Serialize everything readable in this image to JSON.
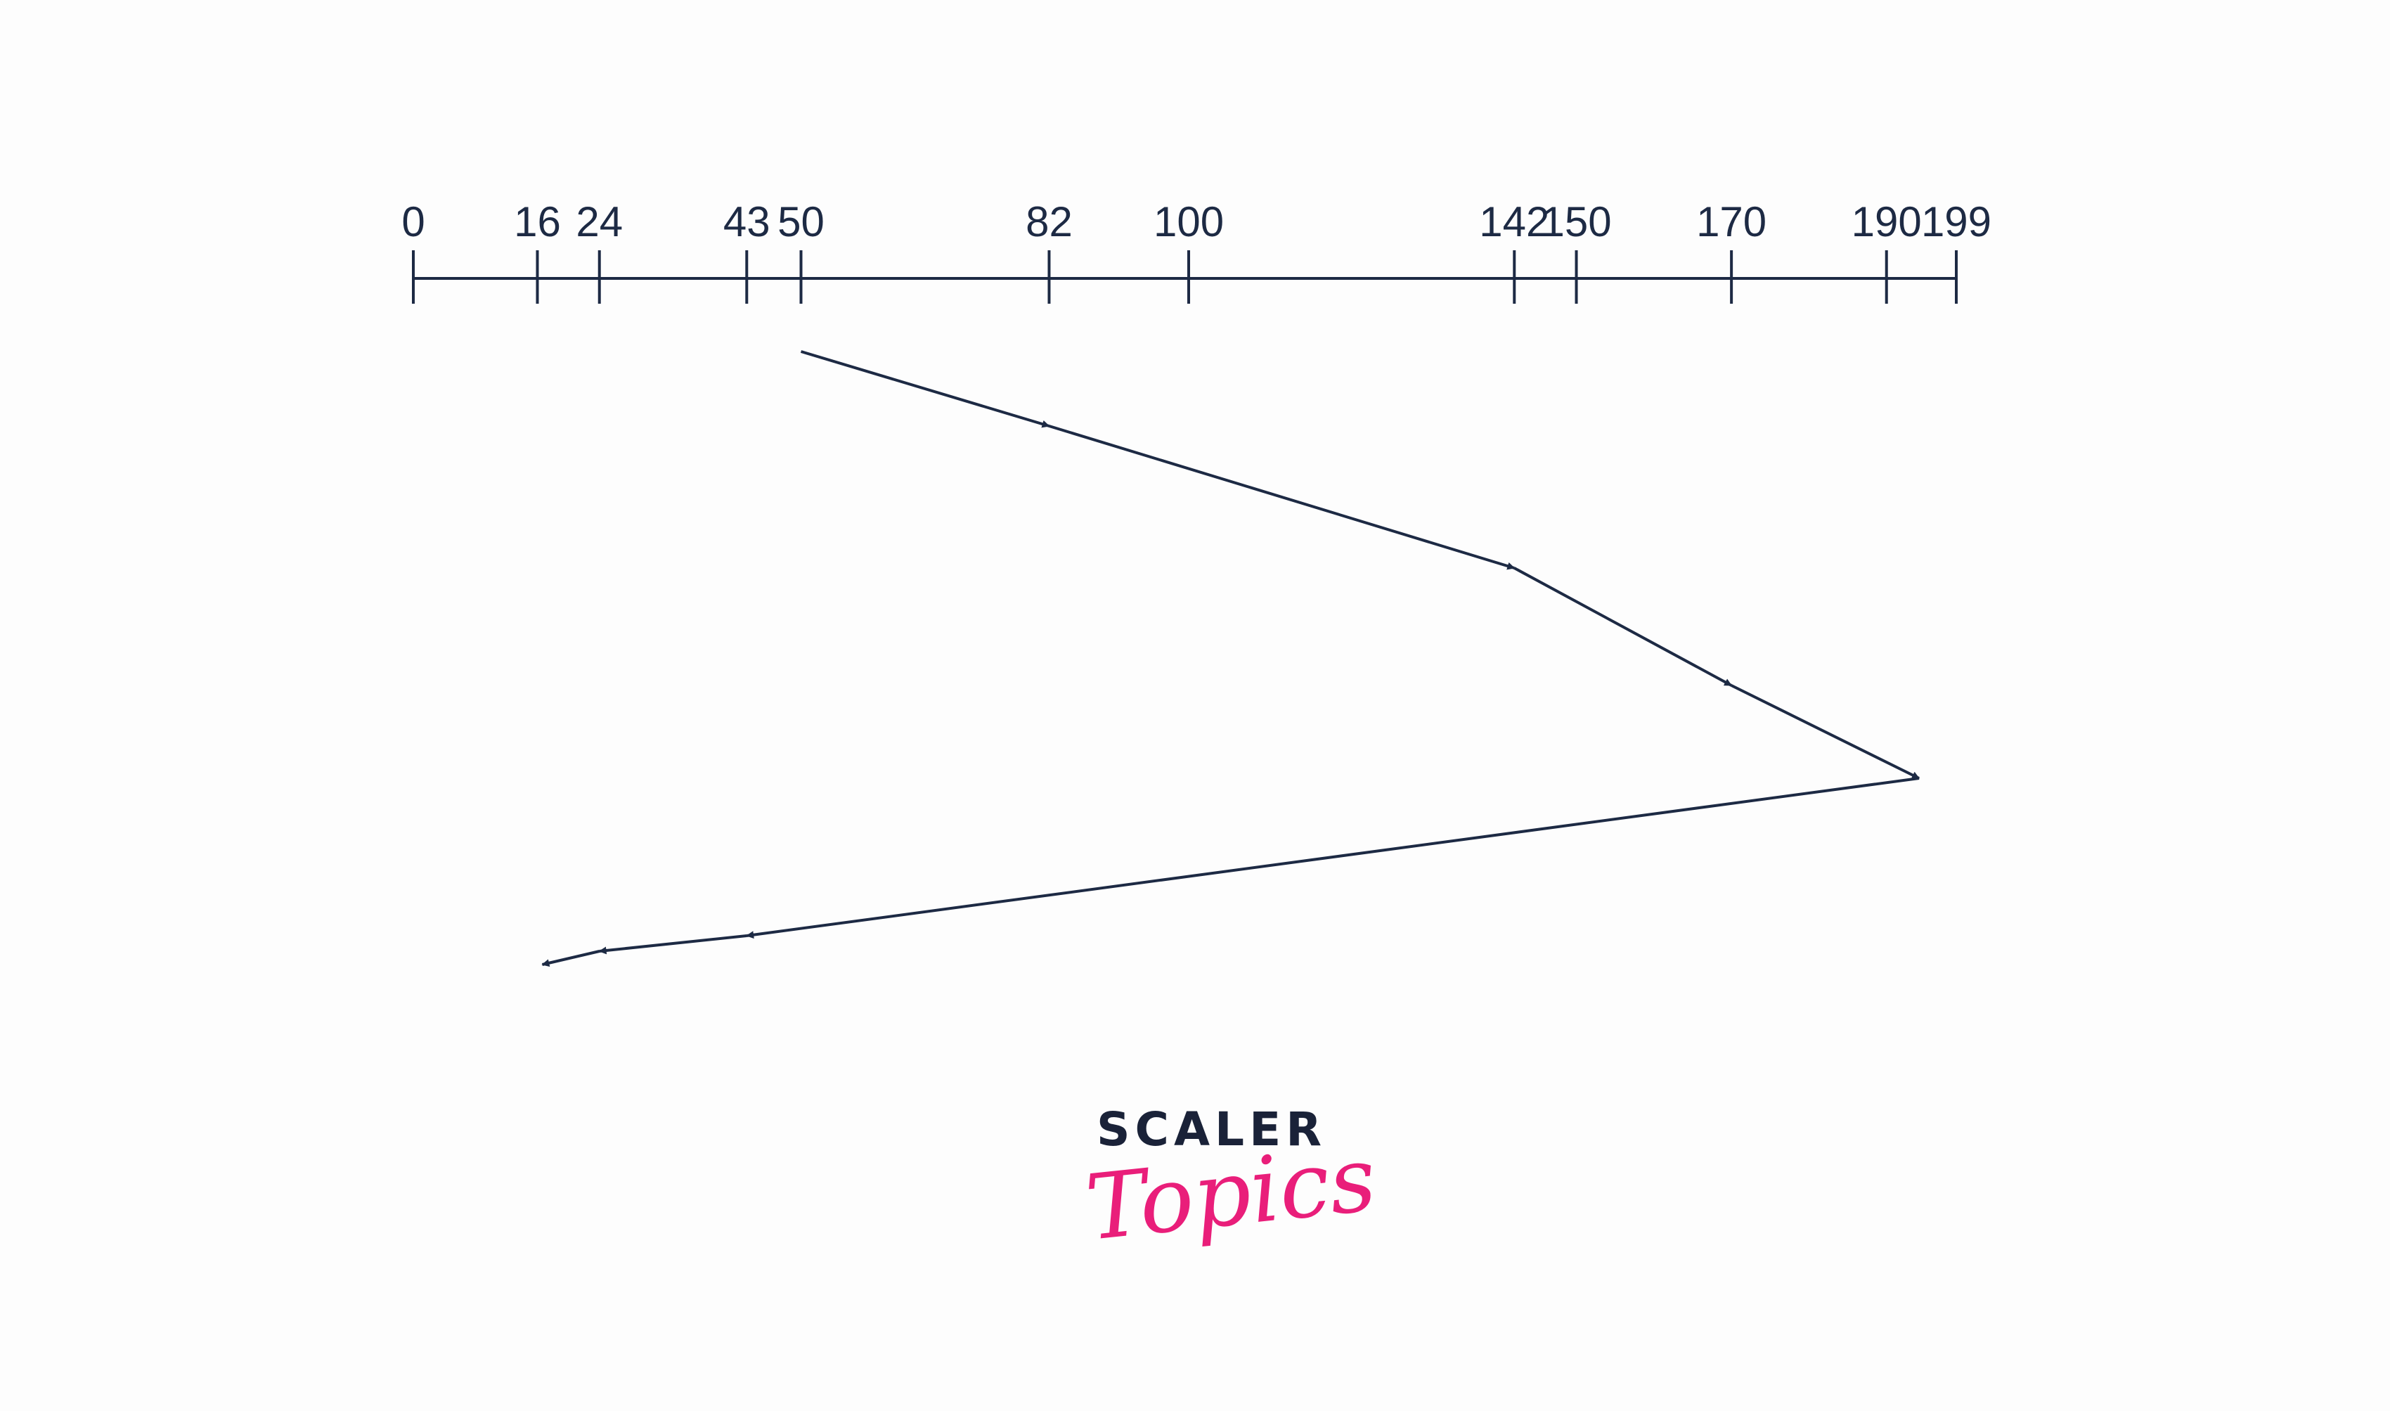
{
  "diagram": {
    "ticks": [
      0,
      16,
      24,
      43,
      50,
      82,
      100,
      142,
      150,
      170,
      190,
      199
    ],
    "head_start": 50,
    "service_order": [
      50,
      82,
      142,
      170,
      199,
      43,
      24,
      16
    ],
    "colors": {
      "line": "#1d2a44",
      "background": "#fdfdfd"
    }
  },
  "logo": {
    "word": "SCALER",
    "script": "Topics",
    "colors": {
      "word": "#1a2238",
      "script": "#e91e7a"
    }
  }
}
